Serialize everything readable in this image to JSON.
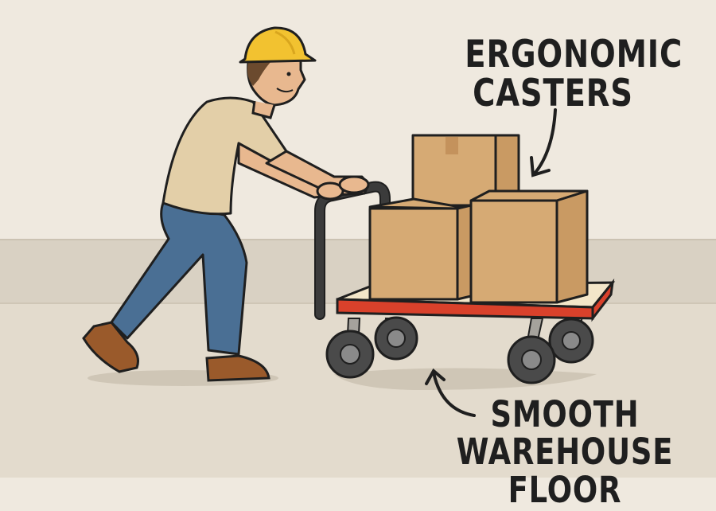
{
  "illustration": {
    "subject": "warehouse worker pushing platform cart loaded with boxes",
    "annotations": {
      "casters": {
        "line1": "ERGONOMIC",
        "line2": "CASTERS"
      },
      "floor": {
        "line1": "SMOOTH",
        "line2": "WAREHOUSE FLOOR"
      }
    },
    "colors": {
      "wall": "#efe9df",
      "baseboard": "#d9d1c3",
      "floor": "#e3dbcd",
      "hard_hat": "#f2c230",
      "shirt": "#e3cfa8",
      "pants": "#4a6f94",
      "boots": "#9a5a2b",
      "box": "#d6aa74",
      "box_side": "#c99a63",
      "cart_deck": "#f3e6c9",
      "cart_frame": "#d9412b",
      "handle": "#3b3b3b",
      "wheel": "#4a4a4a",
      "outline": "#1f1f1f"
    }
  }
}
